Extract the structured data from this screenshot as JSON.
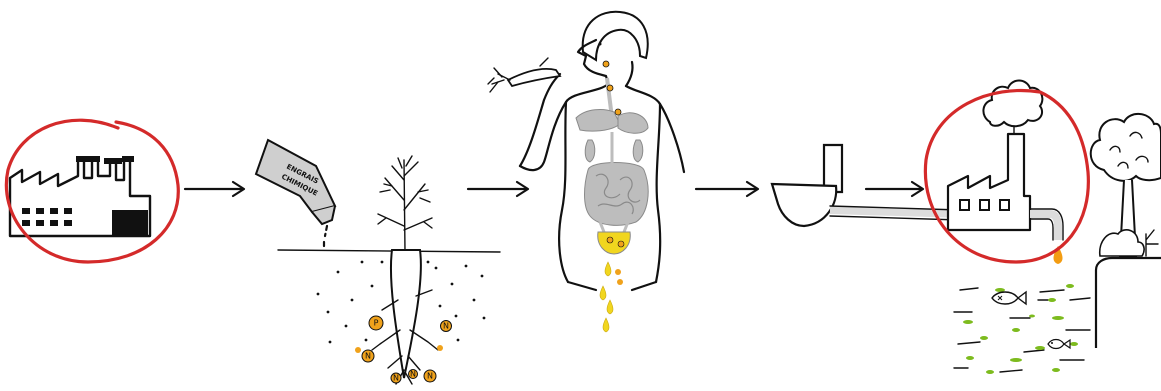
{
  "fertilizer_can": {
    "label_line1": "ENGRAIS",
    "label_line2": "CHIMIQUE"
  },
  "nutrients": {
    "phosphorus_symbol": "P",
    "nitrogen_symbol": "N"
  },
  "colors": {
    "highlight_circle": "#d42a2a",
    "nutrient_fill": "#f0a21b",
    "urine_yellow": "#f1d61f",
    "effluent_drop": "#f39c12",
    "plant_green": "#7dbb1e",
    "organ_gray": "#bdbdbd"
  },
  "icons": [
    "fertilizer-factory-icon",
    "fertilizer-can-icon",
    "carrot-plant-icon",
    "human-body-icon",
    "toilet-icon",
    "wastewater-treatment-plant-icon",
    "tree-icon",
    "fish-icon"
  ]
}
